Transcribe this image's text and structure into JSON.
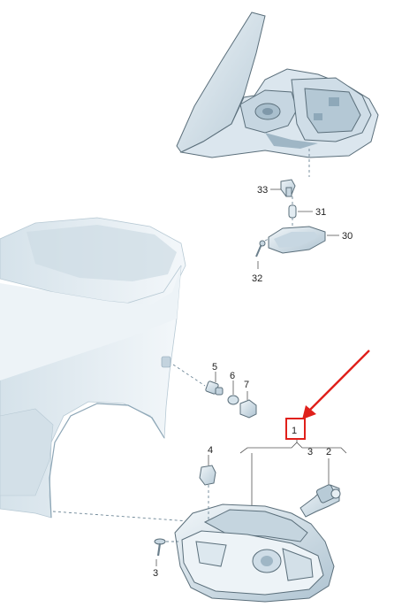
{
  "callouts": {
    "c1": "1",
    "c2": "2",
    "c3a": "3",
    "c3b": "3",
    "c4": "4",
    "c5": "5",
    "c6": "6",
    "c7": "7",
    "c30": "30",
    "c31": "31",
    "c32": "32",
    "c33": "33"
  },
  "colors": {
    "part_fill": "#dfe9ef",
    "part_shade": "#b9ccd8",
    "part_dark": "#8fa9ba",
    "body_fill": "#e6eef3",
    "highlight_box": "#e0201b",
    "highlight_arrow": "#e0201b"
  }
}
